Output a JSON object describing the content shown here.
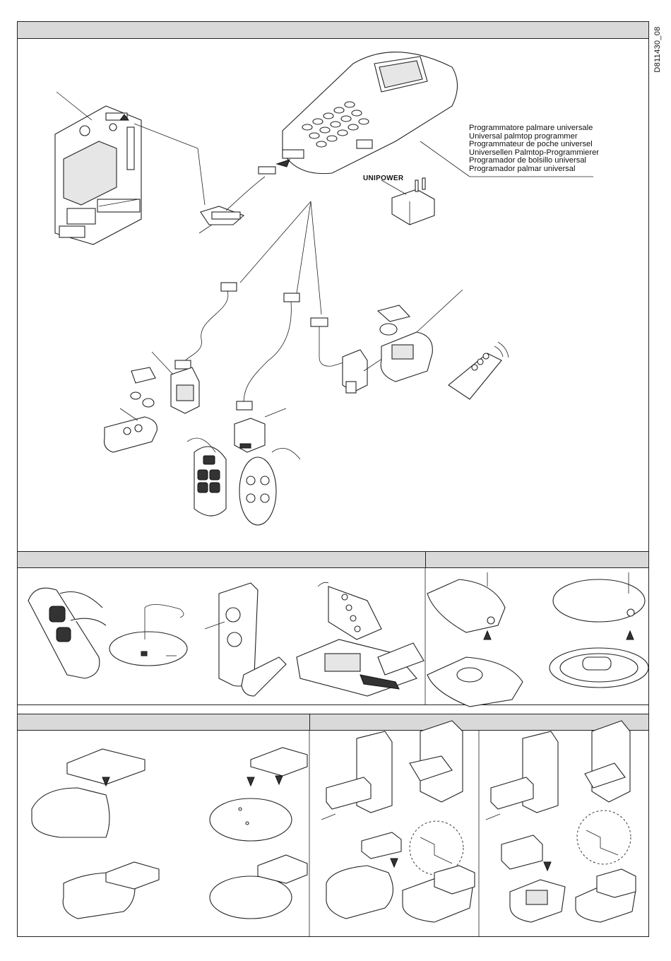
{
  "document": {
    "code": "D811430_08",
    "device_names": [
      "Programmatore palmare universale",
      "Universal palmtop programmer",
      "Programmateur de poche universel",
      "Universellen Palmtop-Programmierer",
      "Programador de bolsillo universal",
      "Programador palmar universal"
    ],
    "power_supply_label": "UNIPOWER"
  }
}
